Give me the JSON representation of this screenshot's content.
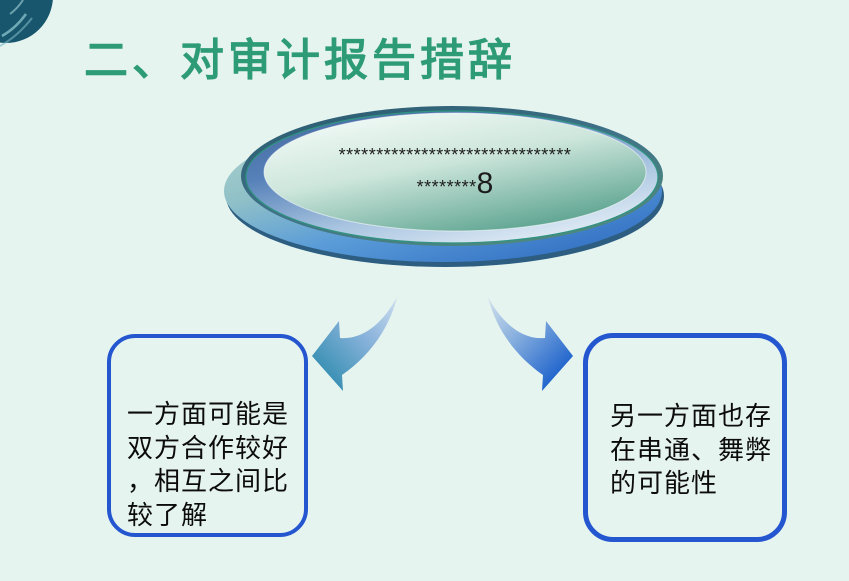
{
  "slide": {
    "title": "二、对审计报告措辞"
  },
  "disc": {
    "line1": "*******************************",
    "line2_stars": "********",
    "line2_number": "8"
  },
  "boxes": {
    "left": {
      "text": "一方面可能是\n双方合作较好\n，相互之间比\n较了解"
    },
    "right": {
      "text": "另一方面也存\n在串通、舞弊\n的可能性"
    }
  },
  "icons": {
    "corner_logo": "globe-badge",
    "left_arrow": "curved-arrow-down-left",
    "right_arrow": "curved-arrow-down-right"
  },
  "colors": {
    "background": "#e6f4ef",
    "title_green": "#2e9b77",
    "box_border_blue": "#2456d0",
    "disc_surface_green": "#57a08c",
    "disc_ring_blue": "#46699f",
    "disc_base_blue": "#2f6cc2",
    "arrow_left_head_teal": "#3990b4",
    "arrow_right_head_blue": "#1e63cc",
    "text_black": "#0c0c0c"
  }
}
